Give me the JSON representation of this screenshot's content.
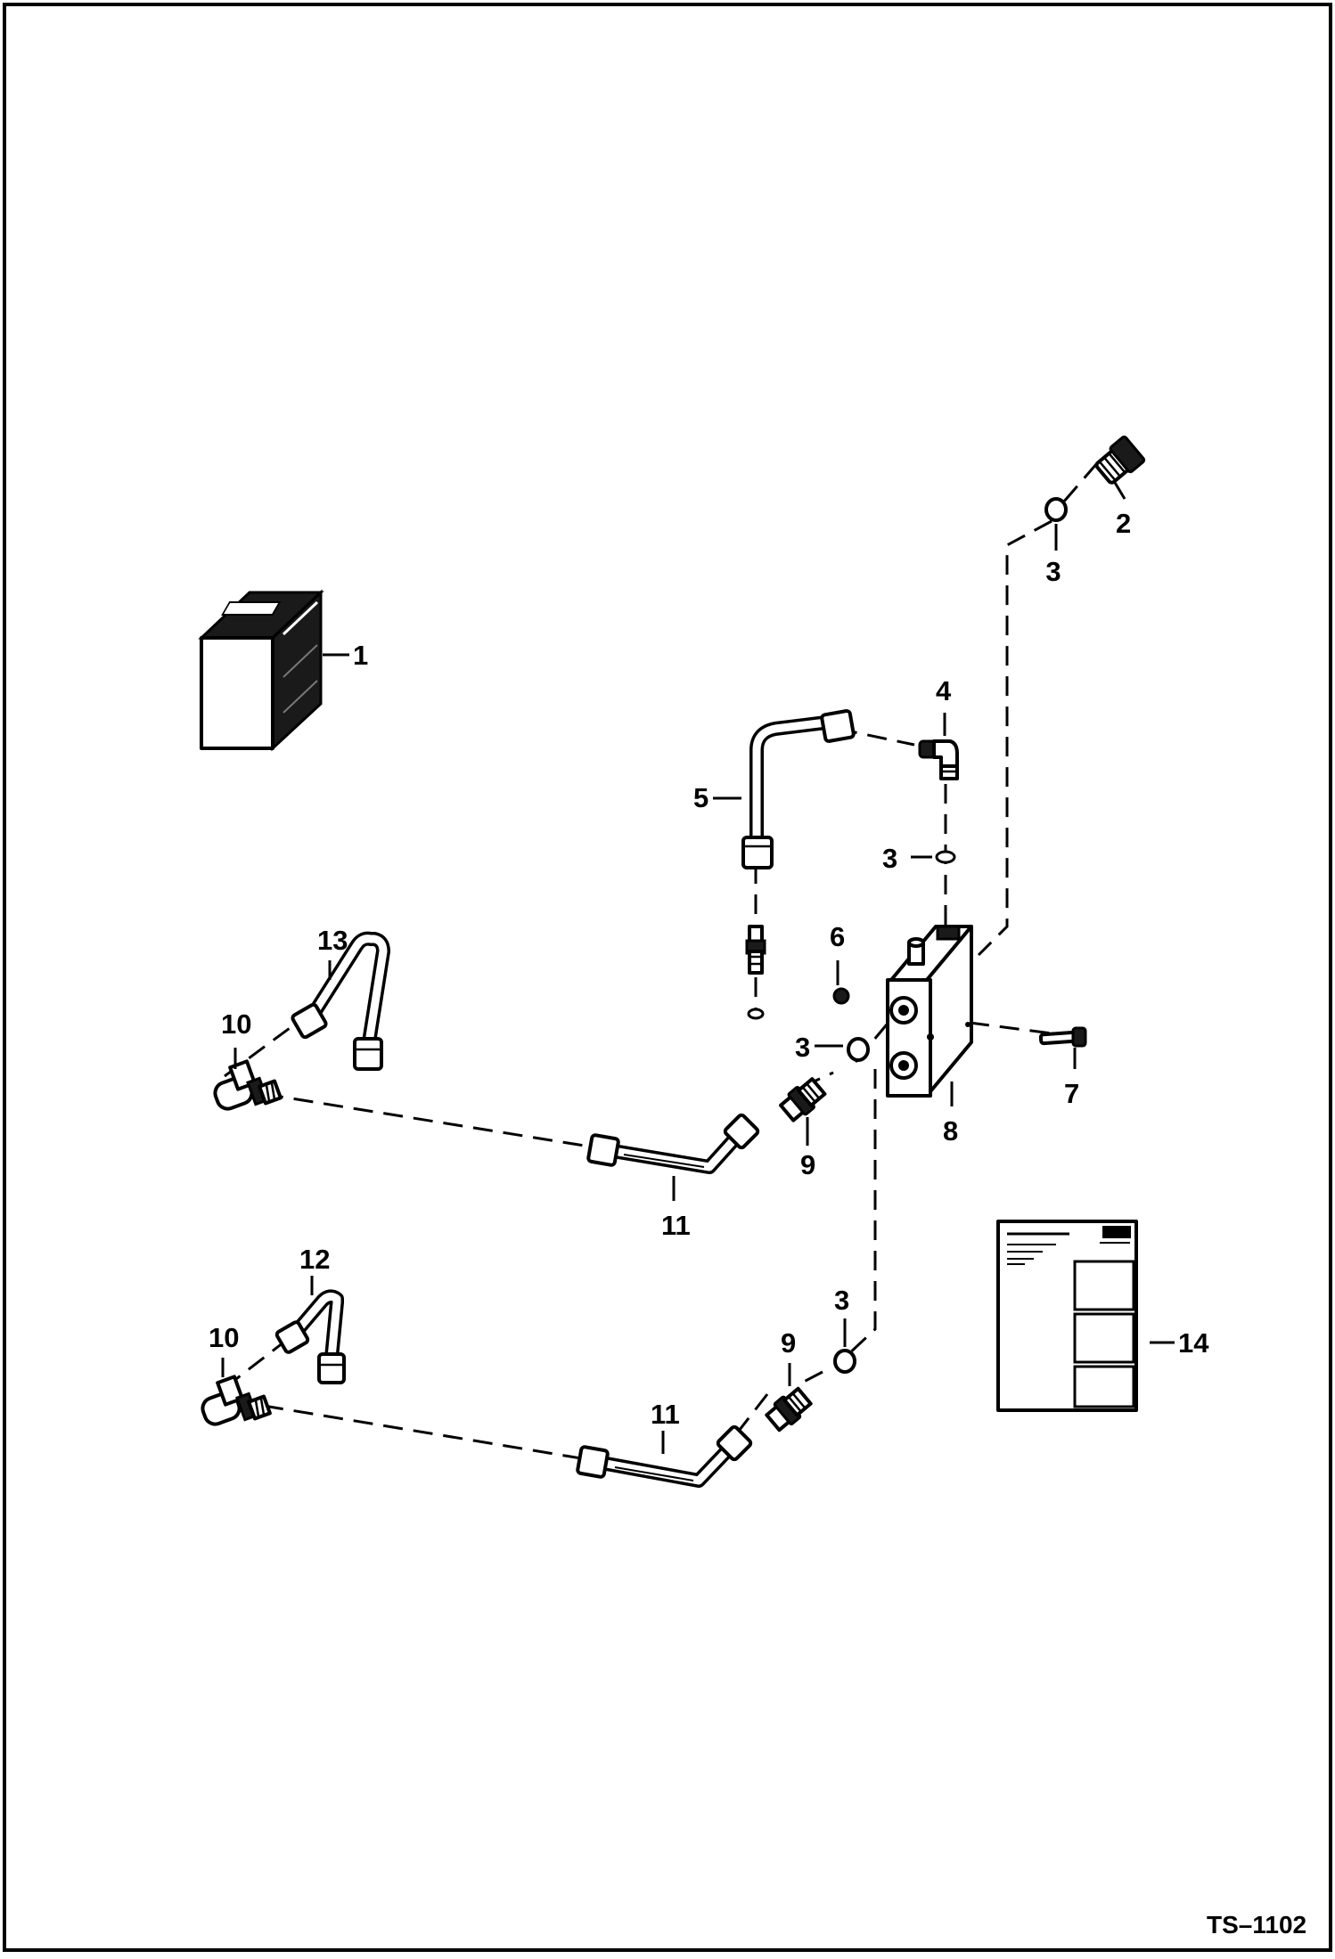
{
  "diagram": {
    "document_ref": "TS–1102",
    "callouts": {
      "c1": "1",
      "c2": "2",
      "c3a": "3",
      "c3b": "3",
      "c3c": "3",
      "c3d": "3",
      "c4": "4",
      "c5": "5",
      "c6": "6",
      "c7": "7",
      "c8": "8",
      "c9a": "9",
      "c9b": "9",
      "c10a": "10",
      "c10b": "10",
      "c11a": "11",
      "c11b": "11",
      "c12": "12",
      "c13": "13",
      "c14": "14"
    }
  }
}
